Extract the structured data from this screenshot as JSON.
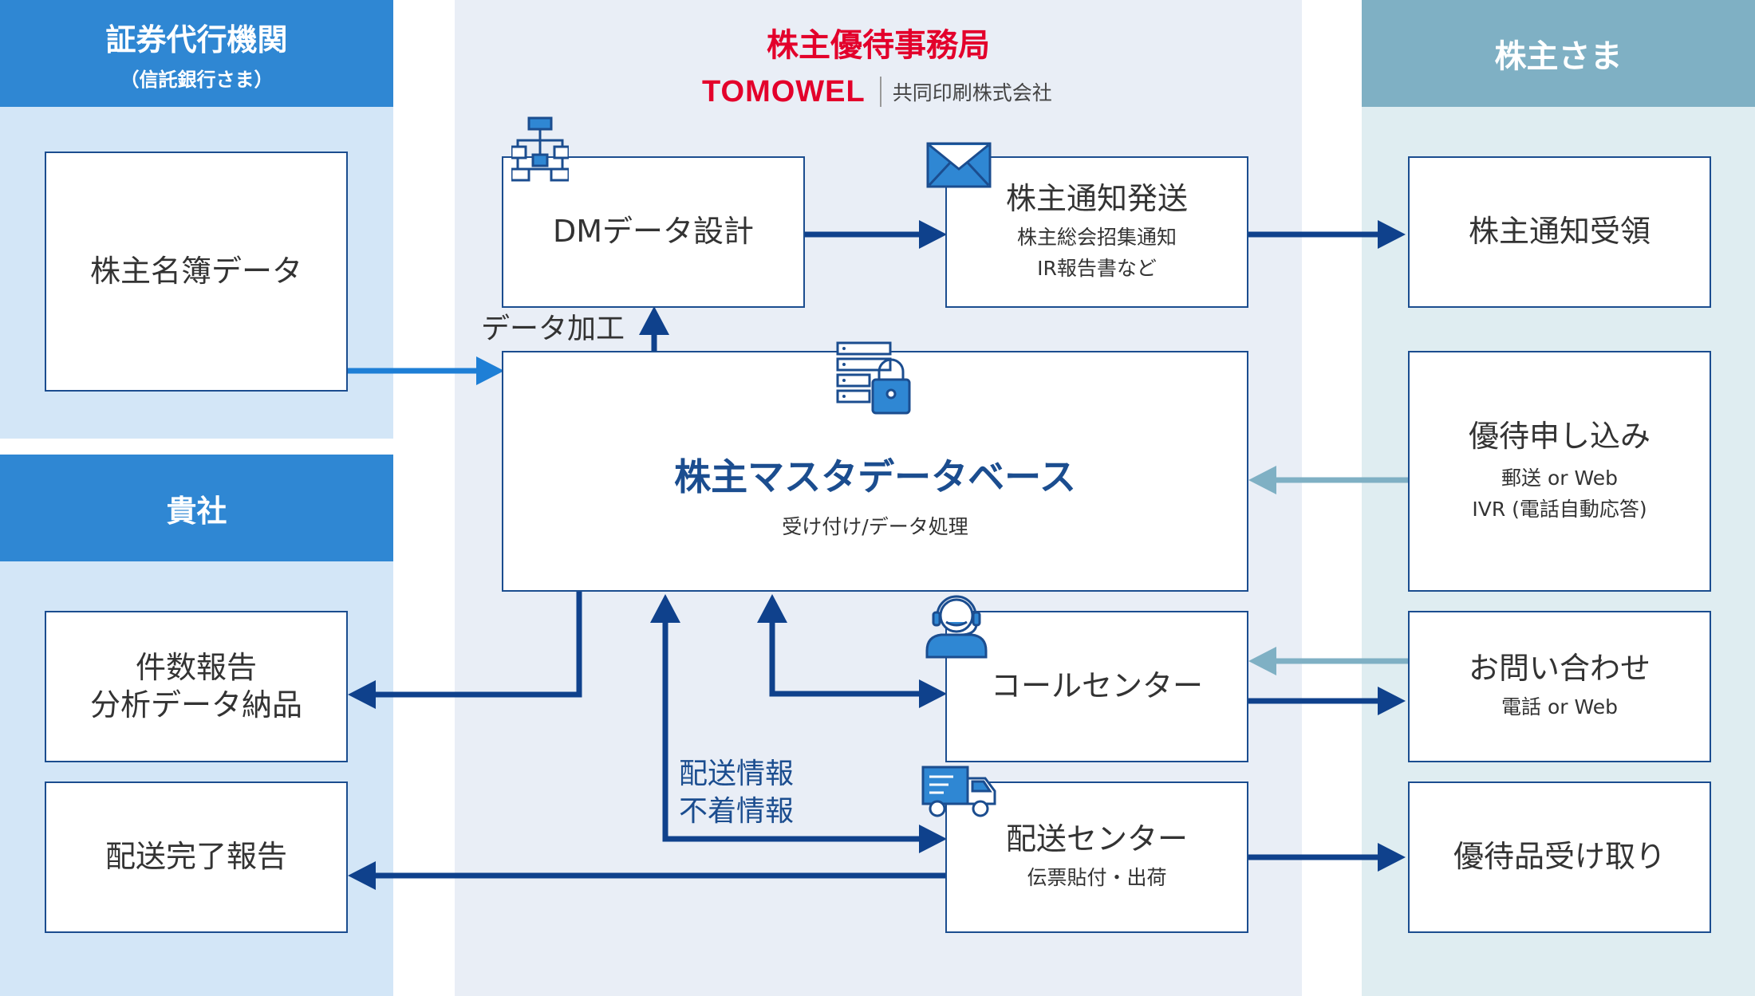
{
  "left": {
    "header_title": "証券代行機関",
    "header_subtitle": "（信託銀行さま）",
    "box_roster": "株主名簿データ",
    "company_header": "貴社",
    "box_report": "件数報告\n分析データ納品",
    "box_delivery_report": "配送完了報告"
  },
  "center": {
    "title": "株主優待事務局",
    "brand_logo": "TOMOWEL",
    "brand_company": "共同印刷株式会社",
    "dm_design": "DMデータ設計",
    "notice_send": "株主通知発送",
    "notice_send_sub": "株主総会招集通知\nIR報告書など",
    "data_processing": "データ加工",
    "master_db": "株主マスタデータベース",
    "master_db_sub": "受け付け/データ処理",
    "call_center": "コールセンター",
    "delivery_info": "配送情報\n不着情報",
    "delivery_center": "配送センター",
    "delivery_center_sub": "伝票貼付・出荷"
  },
  "right": {
    "header_title": "株主さま",
    "notice_receive": "株主通知受領",
    "application": "優待申し込み",
    "application_sub": "郵送 or Web\nIVR (電話自動応答)",
    "inquiry": "お問い合わせ",
    "inquiry_sub": "電話 or Web",
    "receive_gift": "優待品受け取り"
  },
  "colors": {
    "left_bg": "#d3e6f7",
    "left_header": "#2f87d3",
    "center_bg": "#e9eef6",
    "center_title": "#e3002b",
    "right_bg": "#dfedf1",
    "right_header": "#7fb0c4",
    "box_border": "#1b4d8f",
    "arrow_dark": "#0f418c",
    "arrow_light": "#7fb0c4",
    "arrow_blue": "#1e7fd6"
  },
  "icons": [
    "flowchart-icon",
    "envelope-icon",
    "server-lock-icon",
    "headset-operator-icon",
    "delivery-truck-icon"
  ]
}
